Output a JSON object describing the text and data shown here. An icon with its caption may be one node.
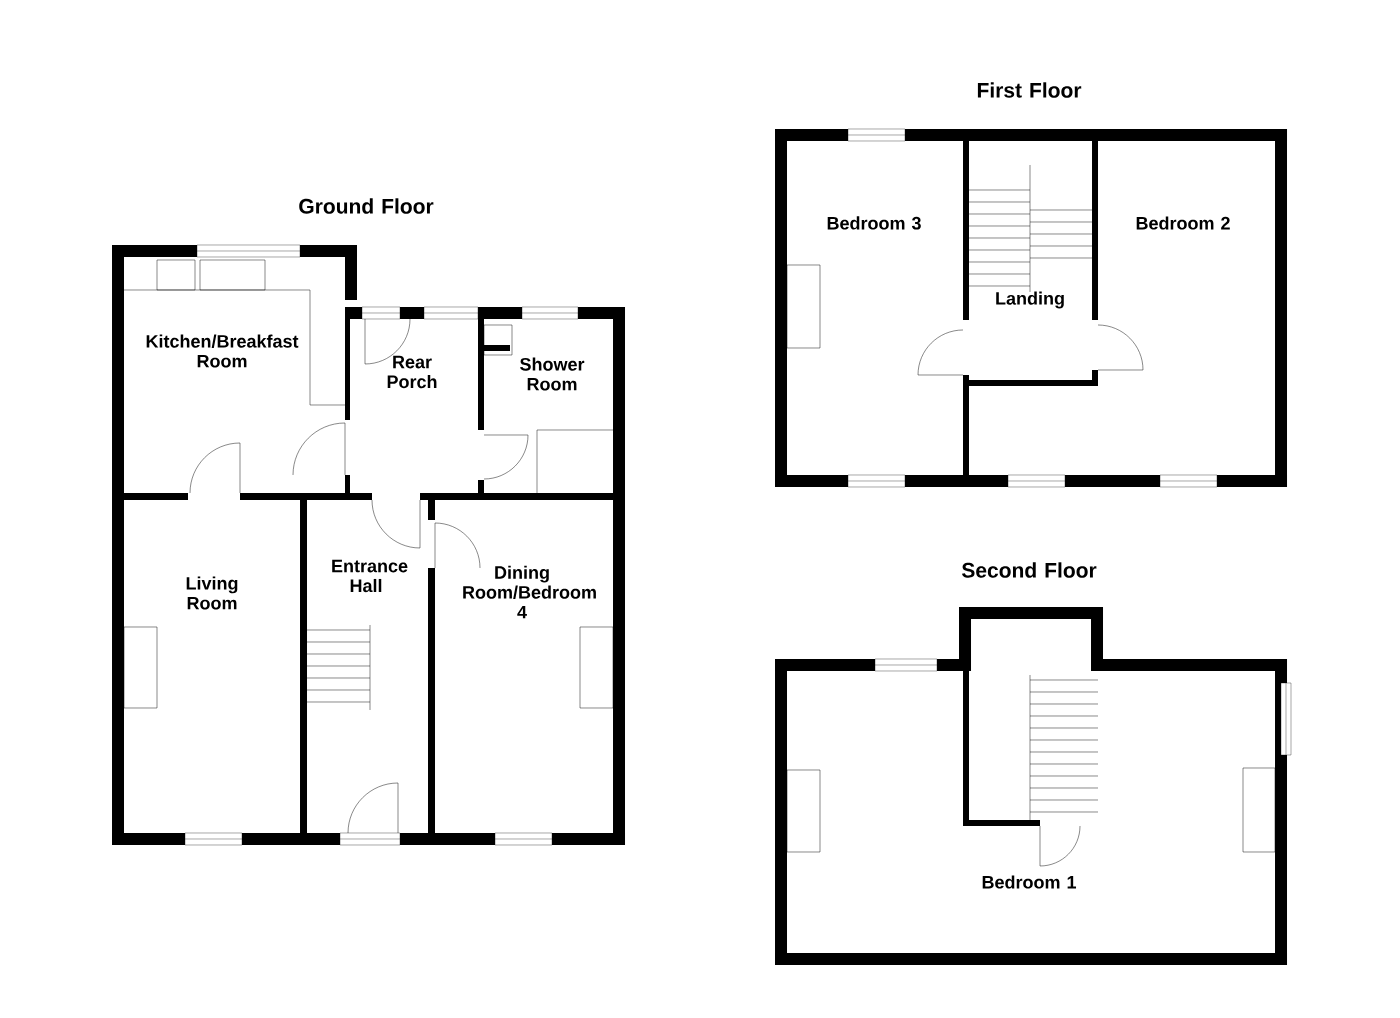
{
  "diagram": {
    "labels": [
      "Ground Floor",
      "Kitchen/Breakfast Room",
      "Rear Porch",
      "Shower Room",
      "Living Room",
      "Entrance Hall",
      "Dining Room/Bedroom 4",
      "First Floor",
      "Bedroom 3",
      "Landing",
      "Bedroom 2",
      "Second Floor",
      "Bedroom 1"
    ]
  }
}
